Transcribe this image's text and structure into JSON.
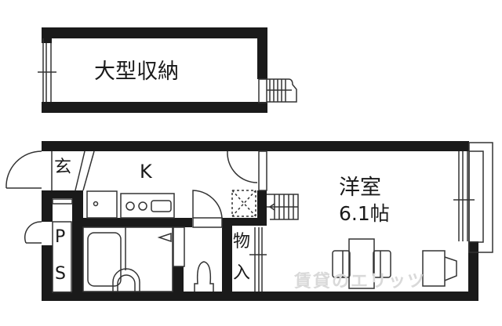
{
  "floorplan": {
    "storage_room": {
      "label": "大型収納"
    },
    "entrance": {
      "label": "玄"
    },
    "kitchen": {
      "label": "K"
    },
    "pipe_space": {
      "label_line1": "P",
      "label_line2": "S"
    },
    "closet": {
      "label_line1": "物",
      "label_line2": "入"
    },
    "western_room": {
      "label": "洋室",
      "size": "6.1帖"
    },
    "watermark": {
      "text": "賃貸のエリッツ"
    }
  },
  "colors": {
    "wall": "#1a1a1a",
    "line": "#333333",
    "background": "#ffffff",
    "watermark": "#d9d9d9"
  }
}
